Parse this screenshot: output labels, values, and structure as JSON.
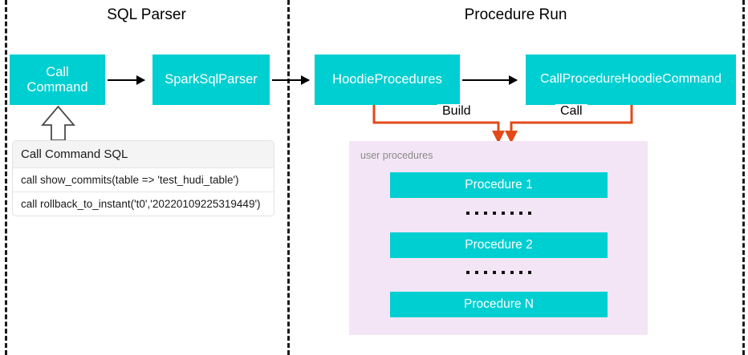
{
  "sections": {
    "left": {
      "title": "SQL Parser"
    },
    "right": {
      "title": "Procedure Run"
    }
  },
  "nodes": {
    "call_command": "Call\nCommand",
    "spark_sql_parser": "SparkSqlParser",
    "hoodie_procedures": "HoodieProcedures",
    "call_procedure_hoodie_command": "CallProcedureHoodieCommand"
  },
  "edges": {
    "build_label": "Build",
    "call_label": "Call"
  },
  "sql_card": {
    "header": "Call Command SQL",
    "rows": [
      "call show_commits(table => 'test_hudi_table')",
      "call rollback_to_instant('t0','20220109225319449')"
    ]
  },
  "procedures_panel": {
    "label": "user procedures",
    "items": [
      "Procedure 1",
      "Procedure 2",
      "Procedure N"
    ],
    "ellipsis_dot_count": 8
  },
  "colors": {
    "teal": "#00CFD1",
    "panel_bg": "#F3E5F5",
    "orange": "#E24A18",
    "arrow_black": "#000000",
    "divider": "#1a1a1a"
  }
}
